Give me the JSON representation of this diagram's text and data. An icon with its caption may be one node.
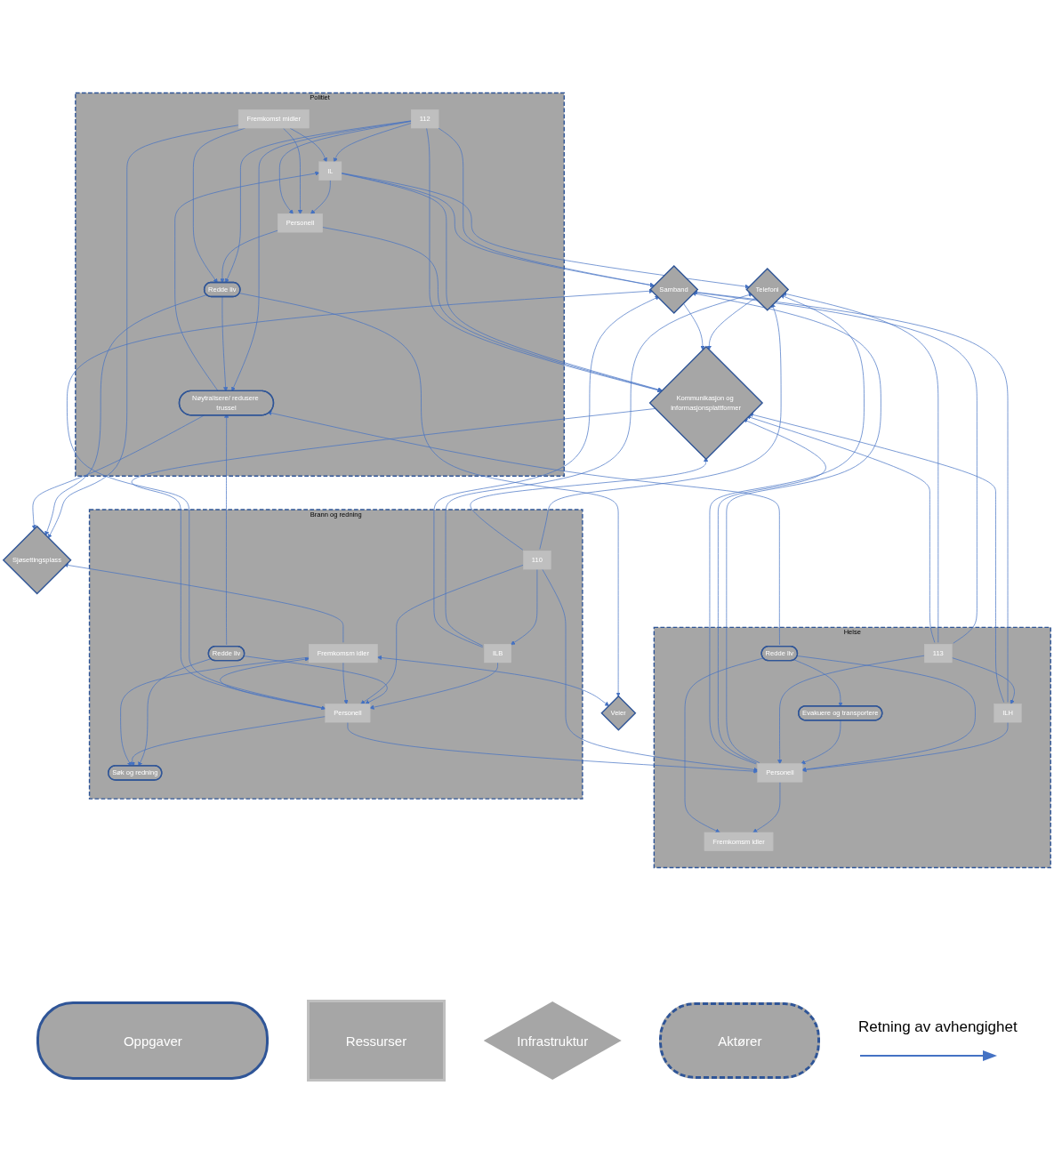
{
  "diagram": {
    "nodes": [
      {
        "text": [
          "Politiet"
        ]
      },
      {
        "text": [
          "112"
        ],
        "in": 0
      },
      {
        "text": [
          "IL"
        ],
        "in": 0
      },
      {
        "text": [
          "Personell"
        ],
        "in": 0
      },
      {
        "text": [
          "Fremkomst midler"
        ],
        "in": 0
      },
      {
        "text": [
          "Nøytralisere/ redusere trussel"
        ],
        "in": 0
      },
      {
        "text": [
          "Redde liv"
        ],
        "in": 0
      },
      {
        "text": [
          "Veier"
        ]
      },
      {
        "text": [
          "Sjøsettingsplass"
        ]
      },
      {
        "text": [
          "Samband"
        ]
      },
      {
        "text": [
          "Telefoni"
        ]
      },
      {
        "text": [
          "Kommunikasjon og informasjonsplattformer"
        ]
      },
      {
        "text": [
          "Helse"
        ]
      },
      {
        "text": [
          "113"
        ],
        "in": 12
      },
      {
        "text": [
          "ILH"
        ],
        "in": 12
      },
      {
        "text": [
          "Personell"
        ],
        "in": 12
      },
      {
        "text": [
          "Fremkomsm idler"
        ],
        "in": 12
      },
      {
        "text": [
          "Redde liv"
        ],
        "in": 12
      },
      {
        "text": [
          "Evakuere og transportere"
        ],
        "in": 12
      },
      {
        "text": [
          "Brann og redning"
        ]
      },
      {
        "text": [
          "110"
        ],
        "in": 19
      },
      {
        "text": [
          "ILB"
        ],
        "in": 19
      },
      {
        "text": [
          "Personell"
        ],
        "in": 19
      },
      {
        "text": [
          "Fremkomsm idler"
        ],
        "in": 19
      },
      {
        "text": [
          "Redde liv"
        ],
        "in": 19
      },
      {
        "text": [
          "Søk og redning"
        ],
        "in": 19
      }
    ],
    "edges": [
      {
        "from": 1,
        "to": 2,
        "arrow": "to"
      },
      {
        "from": 2,
        "to": 3,
        "arrow": "to"
      },
      {
        "from": 4,
        "to": 3,
        "arrow": "to"
      },
      {
        "from": 1,
        "to": 3,
        "arrow": "to"
      },
      {
        "from": 1,
        "to": 5,
        "arrow": "to"
      },
      {
        "from": 1,
        "to": 6,
        "arrow": "to"
      },
      {
        "from": 5,
        "to": 2,
        "arrow": "to"
      },
      {
        "from": 4,
        "to": 2,
        "arrow": "to"
      },
      {
        "from": 3,
        "to": 6,
        "arrow": "to"
      },
      {
        "from": 4,
        "to": 6,
        "arrow": "to"
      },
      {
        "from": 6,
        "to": 5,
        "arrow": "to"
      },
      {
        "from": 1,
        "to": 9,
        "arrow": "to"
      },
      {
        "from": 2,
        "to": 9,
        "arrow": "to"
      },
      {
        "from": 2,
        "to": 10,
        "arrow": "to"
      },
      {
        "from": 2,
        "to": 11,
        "arrow": "to"
      },
      {
        "from": 3,
        "to": 11,
        "arrow": "to"
      },
      {
        "from": 1,
        "to": 11,
        "arrow": "to"
      },
      {
        "from": 4,
        "to": 8,
        "arrow": "to"
      },
      {
        "from": 6,
        "to": 8,
        "arrow": "to"
      },
      {
        "from": 6,
        "to": 7,
        "arrow": "to"
      },
      {
        "from": 5,
        "to": 8,
        "arrow": "to"
      },
      {
        "from": 17,
        "to": 5,
        "arrow": "to"
      },
      {
        "from": 24,
        "to": 5,
        "arrow": "to"
      },
      {
        "from": 13,
        "to": 14,
        "arrow": "to"
      },
      {
        "from": 14,
        "to": 15,
        "arrow": "to"
      },
      {
        "from": 15,
        "to": 16,
        "arrow": "to"
      },
      {
        "from": 17,
        "to": 18,
        "arrow": "to"
      },
      {
        "from": 17,
        "to": 15,
        "arrow": "to"
      },
      {
        "from": 18,
        "to": 15,
        "arrow": "to"
      },
      {
        "from": 17,
        "to": 16,
        "arrow": "to"
      },
      {
        "from": 13,
        "to": 15,
        "arrow": "to"
      },
      {
        "from": 13,
        "to": 9,
        "arrow": "to"
      },
      {
        "from": 13,
        "to": 10,
        "arrow": "to"
      },
      {
        "from": 13,
        "to": 11,
        "arrow": "to"
      },
      {
        "from": 14,
        "to": 9,
        "arrow": "to"
      },
      {
        "from": 14,
        "to": 11,
        "arrow": "to"
      },
      {
        "from": 15,
        "to": 9,
        "arrow": "to"
      },
      {
        "from": 15,
        "to": 11,
        "arrow": "to"
      },
      {
        "from": 15,
        "to": 10,
        "arrow": "to"
      },
      {
        "from": 20,
        "to": 21,
        "arrow": "to"
      },
      {
        "from": 21,
        "to": 22,
        "arrow": "to"
      },
      {
        "from": 22,
        "to": 23,
        "arrow": "to"
      },
      {
        "from": 24,
        "to": 25,
        "arrow": "to"
      },
      {
        "from": 22,
        "to": 25,
        "arrow": "to"
      },
      {
        "from": 23,
        "to": 25,
        "arrow": "to"
      },
      {
        "from": 24,
        "to": 22,
        "arrow": "to"
      },
      {
        "from": 20,
        "to": 22,
        "arrow": "to"
      },
      {
        "from": 23,
        "to": 22,
        "arrow": "to"
      },
      {
        "from": 23,
        "to": 8,
        "arrow": "to"
      },
      {
        "from": 7,
        "to": 23,
        "arrow": "both"
      },
      {
        "from": 20,
        "to": 10,
        "arrow": "to"
      },
      {
        "from": 21,
        "to": 10,
        "arrow": "to"
      },
      {
        "from": 20,
        "to": 11,
        "arrow": "to"
      },
      {
        "from": 21,
        "to": 9,
        "arrow": "to"
      },
      {
        "from": 22,
        "to": 9,
        "arrow": "to"
      },
      {
        "from": 11,
        "to": 22,
        "arrow": "to"
      },
      {
        "from": 10,
        "to": 11,
        "arrow": "to"
      },
      {
        "from": 9,
        "to": 11,
        "arrow": "to"
      },
      {
        "from": 20,
        "to": 15,
        "arrow": "to"
      },
      {
        "from": 22,
        "to": 15,
        "arrow": "to"
      }
    ],
    "legend": [
      {
        "text": "Oppgaver"
      },
      {
        "text": "Ressurser"
      },
      {
        "text": "Infrastruktur"
      },
      {
        "text": "Aktører"
      },
      {
        "text": "Retning av avhengighet"
      }
    ]
  }
}
